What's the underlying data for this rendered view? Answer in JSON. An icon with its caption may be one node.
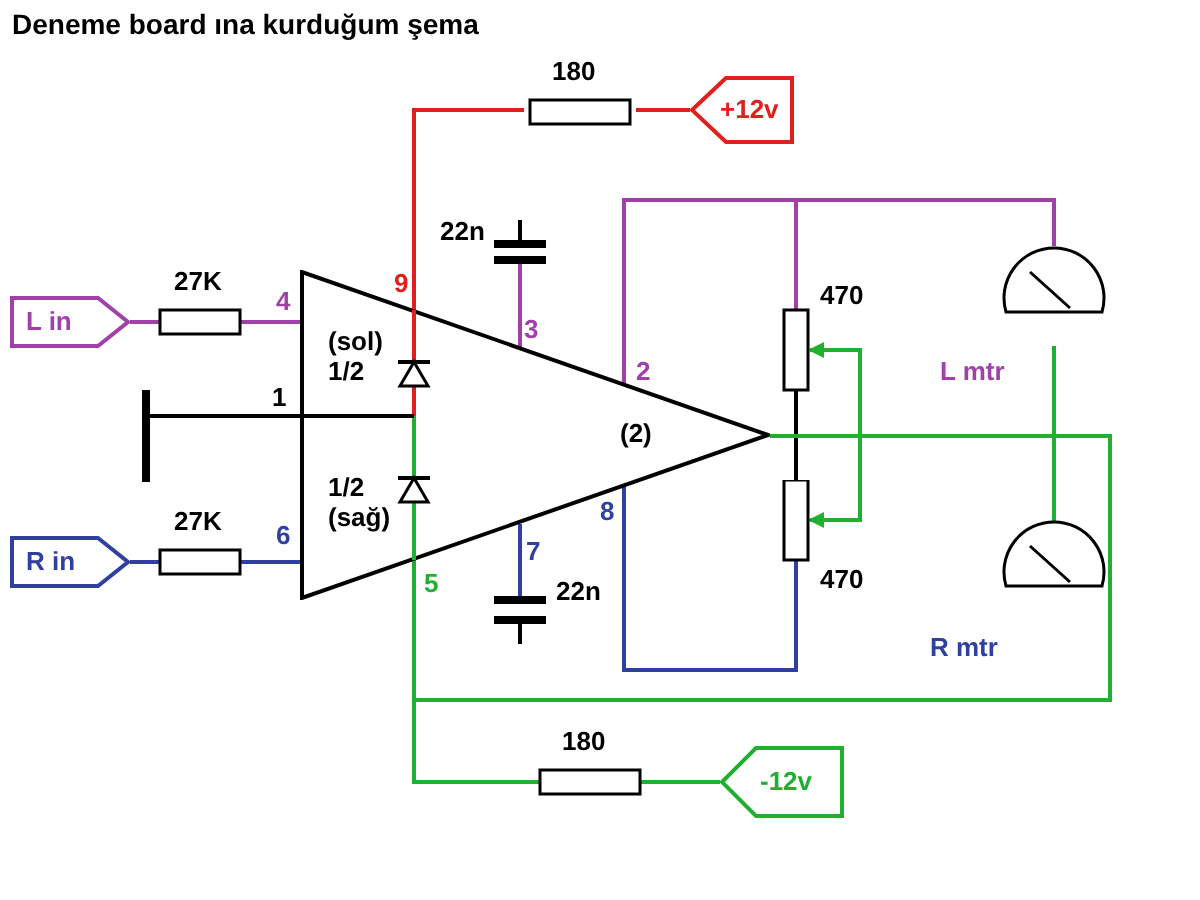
{
  "diagram": {
    "title": "Deneme board ına kurduğum şema",
    "nodes": [
      {
        "text": [
          "180"
        ]
      },
      {
        "text": [
          "+12v"
        ]
      },
      {
        "text": [
          "L in"
        ]
      },
      {
        "text": [
          "27K"
        ]
      },
      {
        "text": [
          "22n"
        ]
      },
      {
        "text": [
          "(sol) 1/2",
          "1/2 (sağ)",
          "(2)"
        ]
      },
      {
        "text": [
          "470"
        ]
      },
      {
        "text": [
          "L mtr"
        ]
      },
      {
        "text": [
          "R in"
        ]
      },
      {
        "text": [
          "27K"
        ]
      },
      {
        "text": [
          "470"
        ]
      },
      {
        "text": [
          "R mtr"
        ]
      },
      {
        "text": [
          "22n"
        ]
      },
      {
        "text": [
          "180"
        ]
      },
      {
        "text": [
          "-12v"
        ]
      },
      {
        "text": [],
        "shape": "bar"
      }
    ],
    "edges": [
      {
        "from": 1,
        "to": 0,
        "arrow": "none",
        "color": "#e0201c"
      },
      {
        "from": 0,
        "to": 5,
        "arrow": "none",
        "color": "#e0201c"
      },
      {
        "from": 2,
        "to": 3,
        "arrow": "none",
        "color": "#a040a8"
      },
      {
        "from": 3,
        "to": 5,
        "arrow": "none",
        "color": "#a040a8"
      },
      {
        "from": 4,
        "to": 5,
        "arrow": "none",
        "color": "#a040a8"
      },
      {
        "from": 5,
        "to": 6,
        "arrow": "none",
        "color": "#a040a8"
      },
      {
        "from": 5,
        "to": 7,
        "arrow": "none",
        "color": "#a040a8"
      },
      {
        "from": 8,
        "to": 9,
        "arrow": "none",
        "color": "#3040a0"
      },
      {
        "from": 9,
        "to": 5,
        "arrow": "none",
        "color": "#3040a0"
      },
      {
        "from": 12,
        "to": 5,
        "arrow": "none",
        "color": "#3040a0"
      },
      {
        "from": 5,
        "to": 10,
        "arrow": "none",
        "color": "#3040a0"
      },
      {
        "from": 5,
        "to": 6,
        "arrow": "to",
        "color": "#20b030"
      },
      {
        "from": 5,
        "to": 10,
        "arrow": "to",
        "color": "#20b030"
      },
      {
        "from": 6,
        "to": 10,
        "arrow": "none",
        "color": "#000000"
      },
      {
        "from": 5,
        "to": 7,
        "arrow": "none",
        "color": "#20b030"
      },
      {
        "from": 5,
        "to": 11,
        "arrow": "none",
        "color": "#20b030"
      },
      {
        "from": 5,
        "to": 11,
        "arrow": "none",
        "color": "#20b030"
      },
      {
        "from": 5,
        "to": 13,
        "arrow": "none",
        "color": "#20b030"
      },
      {
        "from": 13,
        "to": 14,
        "arrow": "none",
        "color": "#20b030"
      },
      {
        "from": 5,
        "to": 15,
        "arrow": "none",
        "color": "#000000"
      }
    ],
    "labels": [
      "9",
      "4",
      "3",
      "2",
      "1",
      "8",
      "6",
      "7",
      "5"
    ]
  }
}
